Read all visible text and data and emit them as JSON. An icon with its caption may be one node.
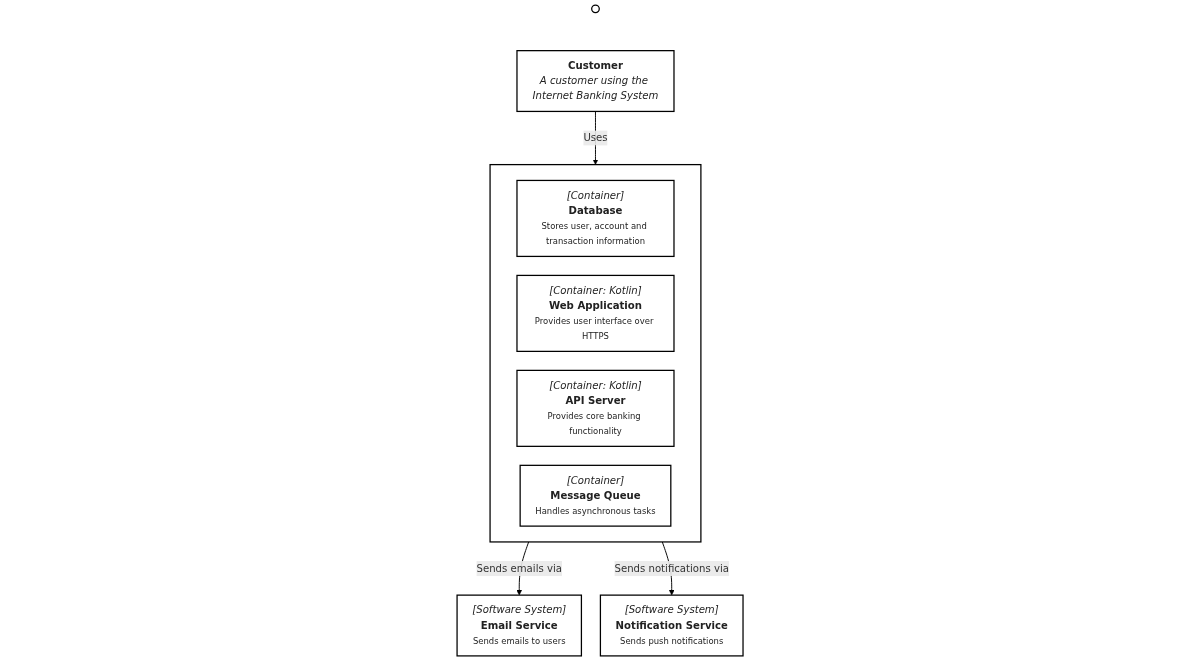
{
  "diagram": {
    "nodes": [
      {
        "text": [],
        "shape": "person"
      },
      {
        "text": [
          "Customer",
          "A customer using the Internet Banking System"
        ]
      },
      {
        "text": [],
        "shape": "box"
      },
      {
        "text": [
          "[Container]",
          "Database",
          "Stores user, account and transaction information"
        ],
        "in": 2
      },
      {
        "text": [
          "[Container: Kotlin]",
          "Web Application",
          "Provides user interface over HTTPS"
        ],
        "in": 2
      },
      {
        "text": [
          "[Container: Kotlin]",
          "API Server",
          "Provides core banking functionality"
        ],
        "in": 2
      },
      {
        "text": [
          "[Container]",
          "Message Queue",
          "Handles asynchronous tasks"
        ],
        "in": 2
      },
      {
        "text": [
          "[Software System]",
          "Email Service",
          "Sends emails to users"
        ]
      },
      {
        "text": [
          "[Software System]",
          "Notification Service",
          "Sends push notifications"
        ]
      }
    ],
    "edges": [
      {
        "from": 1,
        "to": 2,
        "arrow": "to",
        "label": "Uses"
      },
      {
        "from": 2,
        "to": 7,
        "arrow": "to",
        "label": "Sends emails via"
      },
      {
        "from": 2,
        "to": 8,
        "arrow": "to",
        "label": "Sends notifications via"
      }
    ]
  }
}
